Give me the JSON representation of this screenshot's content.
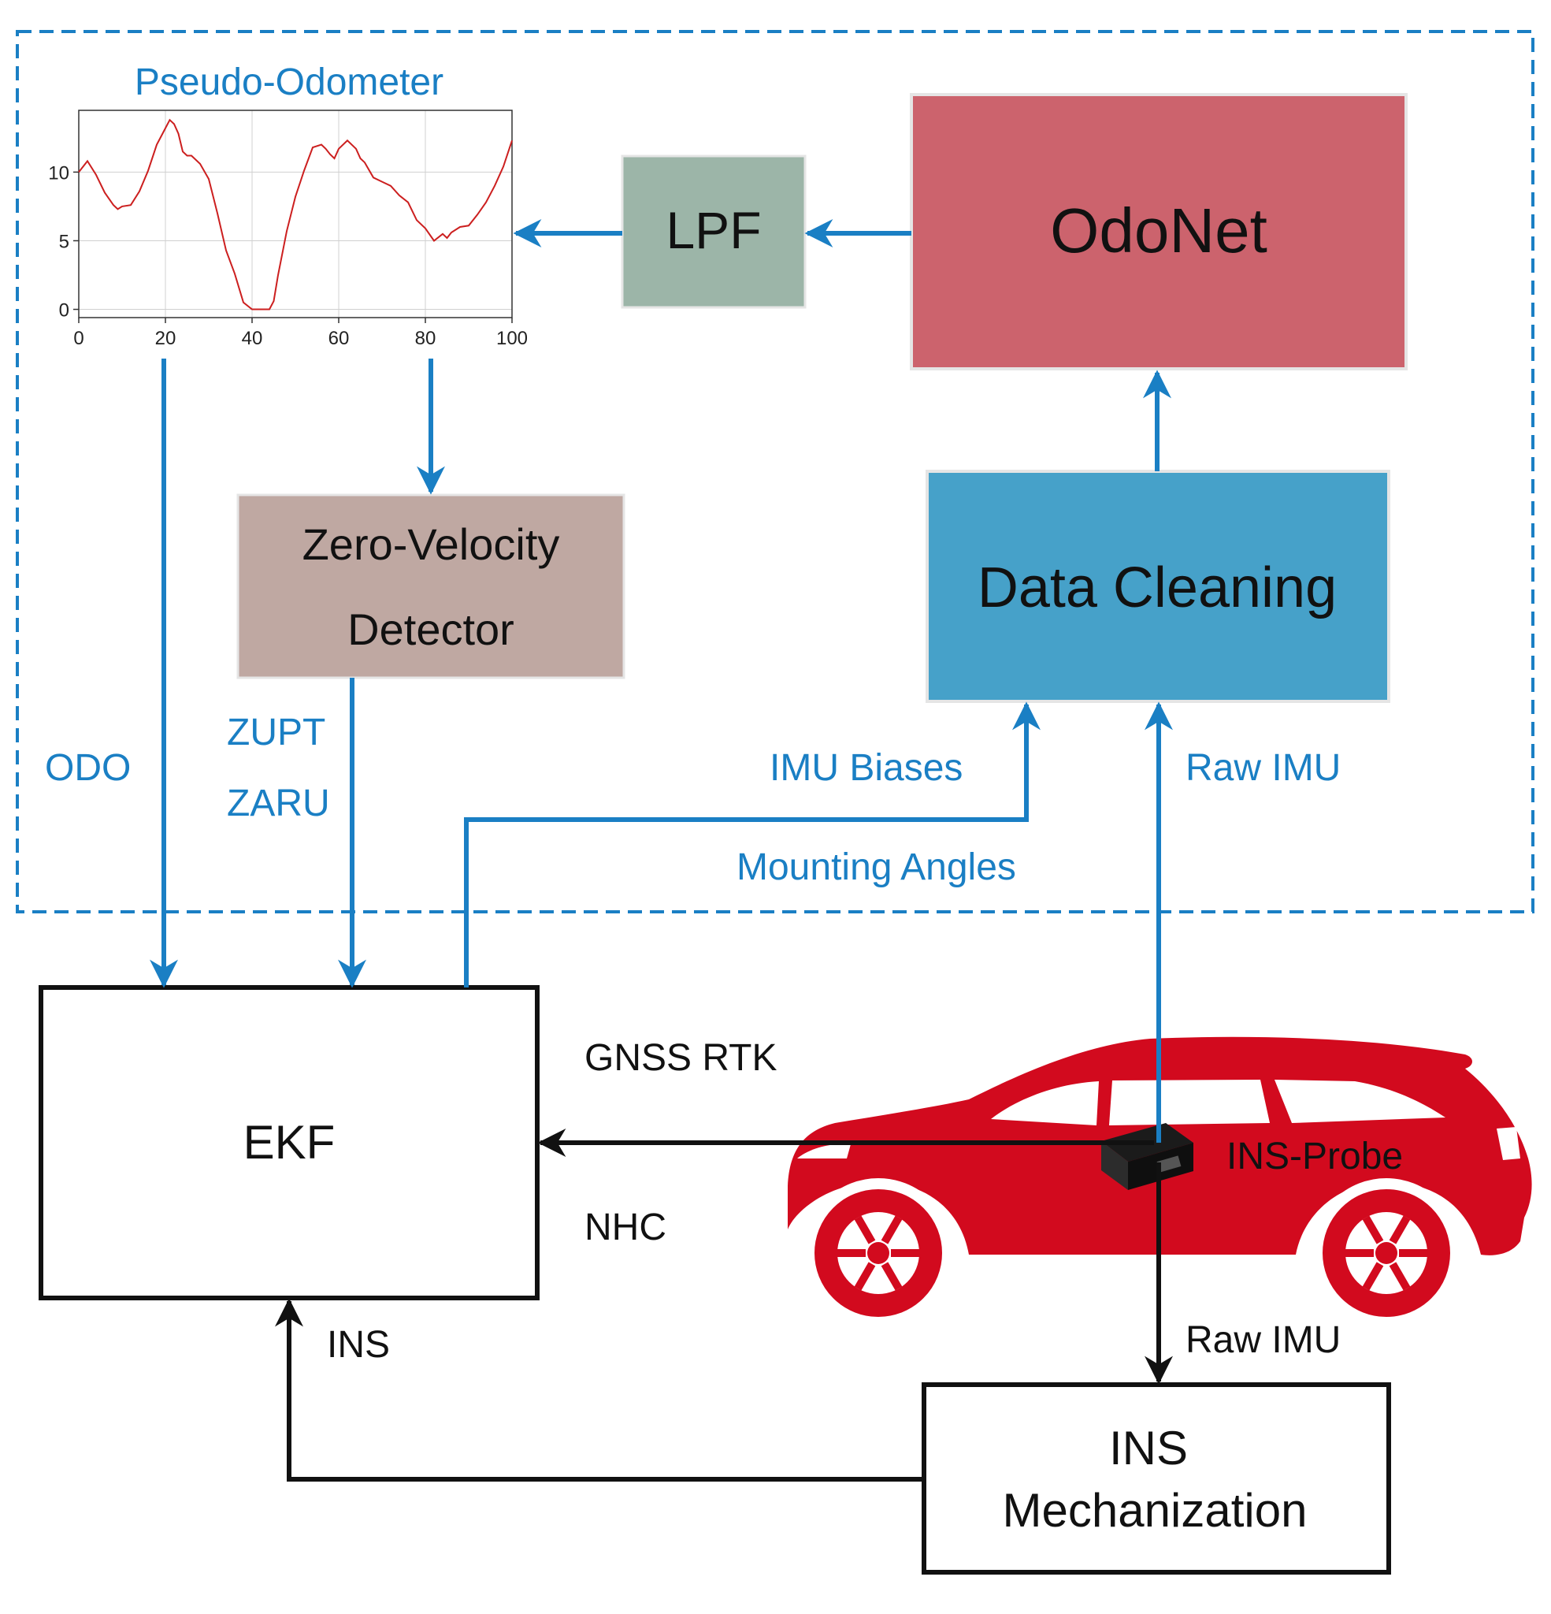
{
  "colors": {
    "flow_blue": "#1a7fc4",
    "odonet": "#cc636d",
    "lpf": "#9cb5a8",
    "zvd": "#bfa8a2",
    "data_cleaning": "#46a1c9",
    "car": "#d20a1e",
    "plot_line": "#cc1f1f"
  },
  "plot": {
    "title": "Pseudo-Odometer"
  },
  "chart_data": {
    "type": "line",
    "title": "Pseudo-Odometer",
    "xlabel": "",
    "ylabel": "",
    "xlim": [
      0,
      100
    ],
    "ylim": [
      -0.6,
      14.5
    ],
    "xticks": [
      "0",
      "20",
      "40",
      "60",
      "80",
      "100"
    ],
    "yticks": [
      "0",
      "5",
      "10"
    ],
    "grid": true,
    "series": [
      {
        "x": [
          0,
          2,
          4,
          6,
          8,
          9,
          10,
          12,
          14,
          16,
          18,
          19,
          20,
          21,
          22,
          23,
          24,
          25,
          26,
          28,
          30,
          32,
          34,
          36,
          38,
          40,
          41,
          42,
          44,
          45,
          46,
          48,
          50,
          52,
          54,
          56,
          57,
          58,
          59,
          60,
          62,
          64,
          65,
          66,
          68,
          70,
          72,
          74,
          76,
          78,
          80,
          82,
          84,
          85,
          86,
          88,
          90,
          92,
          94,
          96,
          98,
          100
        ],
        "y": [
          10.0,
          10.8,
          9.8,
          8.5,
          7.6,
          7.3,
          7.5,
          7.6,
          8.6,
          10.1,
          12.0,
          12.6,
          13.2,
          13.8,
          13.5,
          12.8,
          11.5,
          11.2,
          11.2,
          10.6,
          9.5,
          7.0,
          4.3,
          2.6,
          0.5,
          0.0,
          0.0,
          0.0,
          0.0,
          0.6,
          2.5,
          5.7,
          8.2,
          10.1,
          11.8,
          12.0,
          11.7,
          11.3,
          11.0,
          11.7,
          12.3,
          11.7,
          11.0,
          10.7,
          9.6,
          9.3,
          9.0,
          8.3,
          7.8,
          6.5,
          5.9,
          5.0,
          5.5,
          5.2,
          5.6,
          6.0,
          6.1,
          6.9,
          7.8,
          9.0,
          10.4,
          12.3
        ]
      }
    ]
  },
  "blocks": {
    "lpf": "LPF",
    "odonet": "OdoNet",
    "zvd_line1": "Zero-Velocity",
    "zvd_line2": "Detector",
    "data_cleaning": "Data Cleaning",
    "ekf": "EKF",
    "ins_mech_line1": "INS",
    "ins_mech_line2": "Mechanization"
  },
  "labels": {
    "odo": "ODO",
    "zupt": "ZUPT",
    "zaru": "ZARU",
    "imu_biases": "IMU Biases",
    "mounting_angles": "Mounting Angles",
    "raw_imu_top": "Raw IMU",
    "raw_imu_bottom": "Raw IMU",
    "gnss_rtk": "GNSS RTK",
    "nhc": "NHC",
    "ins_probe": "INS-Probe",
    "ins": "INS"
  }
}
